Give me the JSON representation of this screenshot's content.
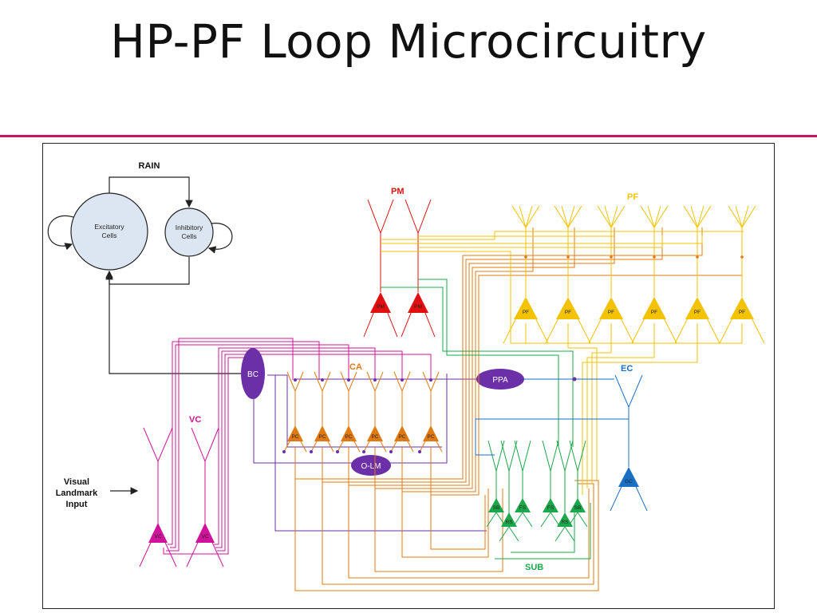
{
  "title": "HP-PF Loop Microcircuitry",
  "labels": {
    "rain": "RAIN",
    "excitatory": [
      "Excitatory",
      "Cells"
    ],
    "inhibitory": [
      "Inhibitory",
      "Cells"
    ],
    "pm": "PM",
    "pf": "PF",
    "ca": "CA",
    "vc": "VC",
    "ec": "EC",
    "sub": "SUB",
    "bc": "BC",
    "ppa": "PPA",
    "olm": "O-LM",
    "visual_input": [
      "Visual",
      "Landmark",
      "Input"
    ],
    "pm_cell": "PM",
    "pf_cell": "PF",
    "pc_cell": "PC",
    "gc_cell": "GC",
    "vc_cell": "VC",
    "sb_cell": "SB",
    "fs_cell": "FS",
    "rs_cell": "RS"
  },
  "colors": {
    "pm": "#e01010",
    "pf": "#f3c200",
    "ca": "#e07a10",
    "vc": "#d0139a",
    "ec": "#1a6fc4",
    "sub": "#1aa84a",
    "inhib": "#6b2fa8",
    "rule": "#c8175d",
    "circle_fill": "#dce6f2"
  }
}
